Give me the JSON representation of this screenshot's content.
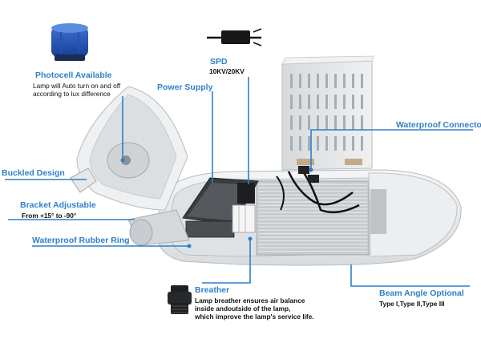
{
  "labels": {
    "photocell": {
      "title": "Photocell Available",
      "desc": [
        "Lamp will Auto turn on and off",
        "according to lux difference"
      ]
    },
    "power_supply": {
      "title": "Power Supply"
    },
    "spd": {
      "title": "SPD",
      "desc": "10KV/20KV"
    },
    "waterproof_connector": {
      "title": "Waterproof Connector"
    },
    "buckled_design": {
      "title": "Buckled Design"
    },
    "bracket": {
      "title": "Bracket Adjustable",
      "desc": "From +15° to -90°"
    },
    "rubber_ring": {
      "title": "Waterproof Rubber Ring"
    },
    "breather": {
      "title": "Breather",
      "desc": [
        "Lamp breather ensures air balance",
        "inside andoutside of the lamp,",
        "which improve the lamp's service life."
      ]
    },
    "beam_angle": {
      "title": "Beam Angle Optional",
      "desc": "Type I,Type II,Type III"
    }
  },
  "colors": {
    "accent": "#2f7fc9",
    "text": "#111111",
    "housing": "#e9ecef",
    "heatsink": "#c9cdd1",
    "driver": "#3a3d40"
  },
  "icons": [
    "photocell-icon",
    "spd-module-icon",
    "breather-valve-icon",
    "street-lamp-illustration"
  ]
}
